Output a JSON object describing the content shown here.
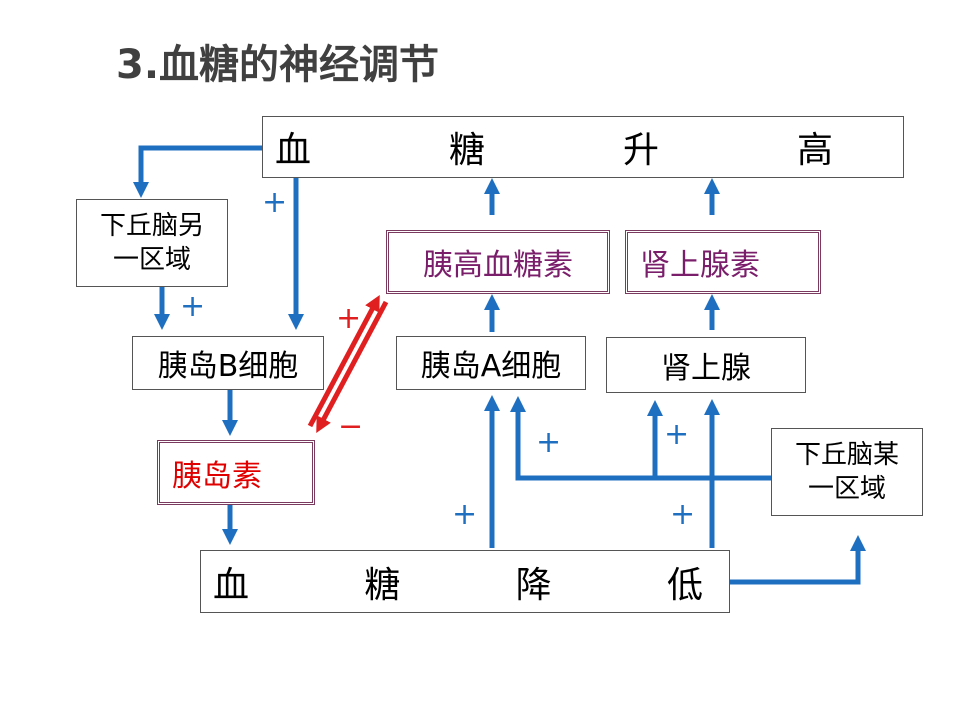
{
  "title": "3.血糖的神经调节",
  "nodes": {
    "rise": [
      "血",
      "糖",
      "升",
      "高"
    ],
    "fall": [
      "血",
      "糖",
      "降",
      "低"
    ],
    "hypo_other": "下丘脑另\n一区域",
    "hypo_some": "下丘脑某\n一区域",
    "b_cell": "胰岛B细胞",
    "a_cell": "胰岛A细胞",
    "adrenal": "肾上腺",
    "insulin": "胰岛素",
    "glucagon": "胰高血糖素",
    "adrenaline": "肾上腺素"
  },
  "signs": {
    "plus": "+",
    "minus": "−"
  },
  "colors": {
    "blue_arrow": "#1f6fc0",
    "red_arrow": "#e02020",
    "box_double": "#7a3a60"
  }
}
